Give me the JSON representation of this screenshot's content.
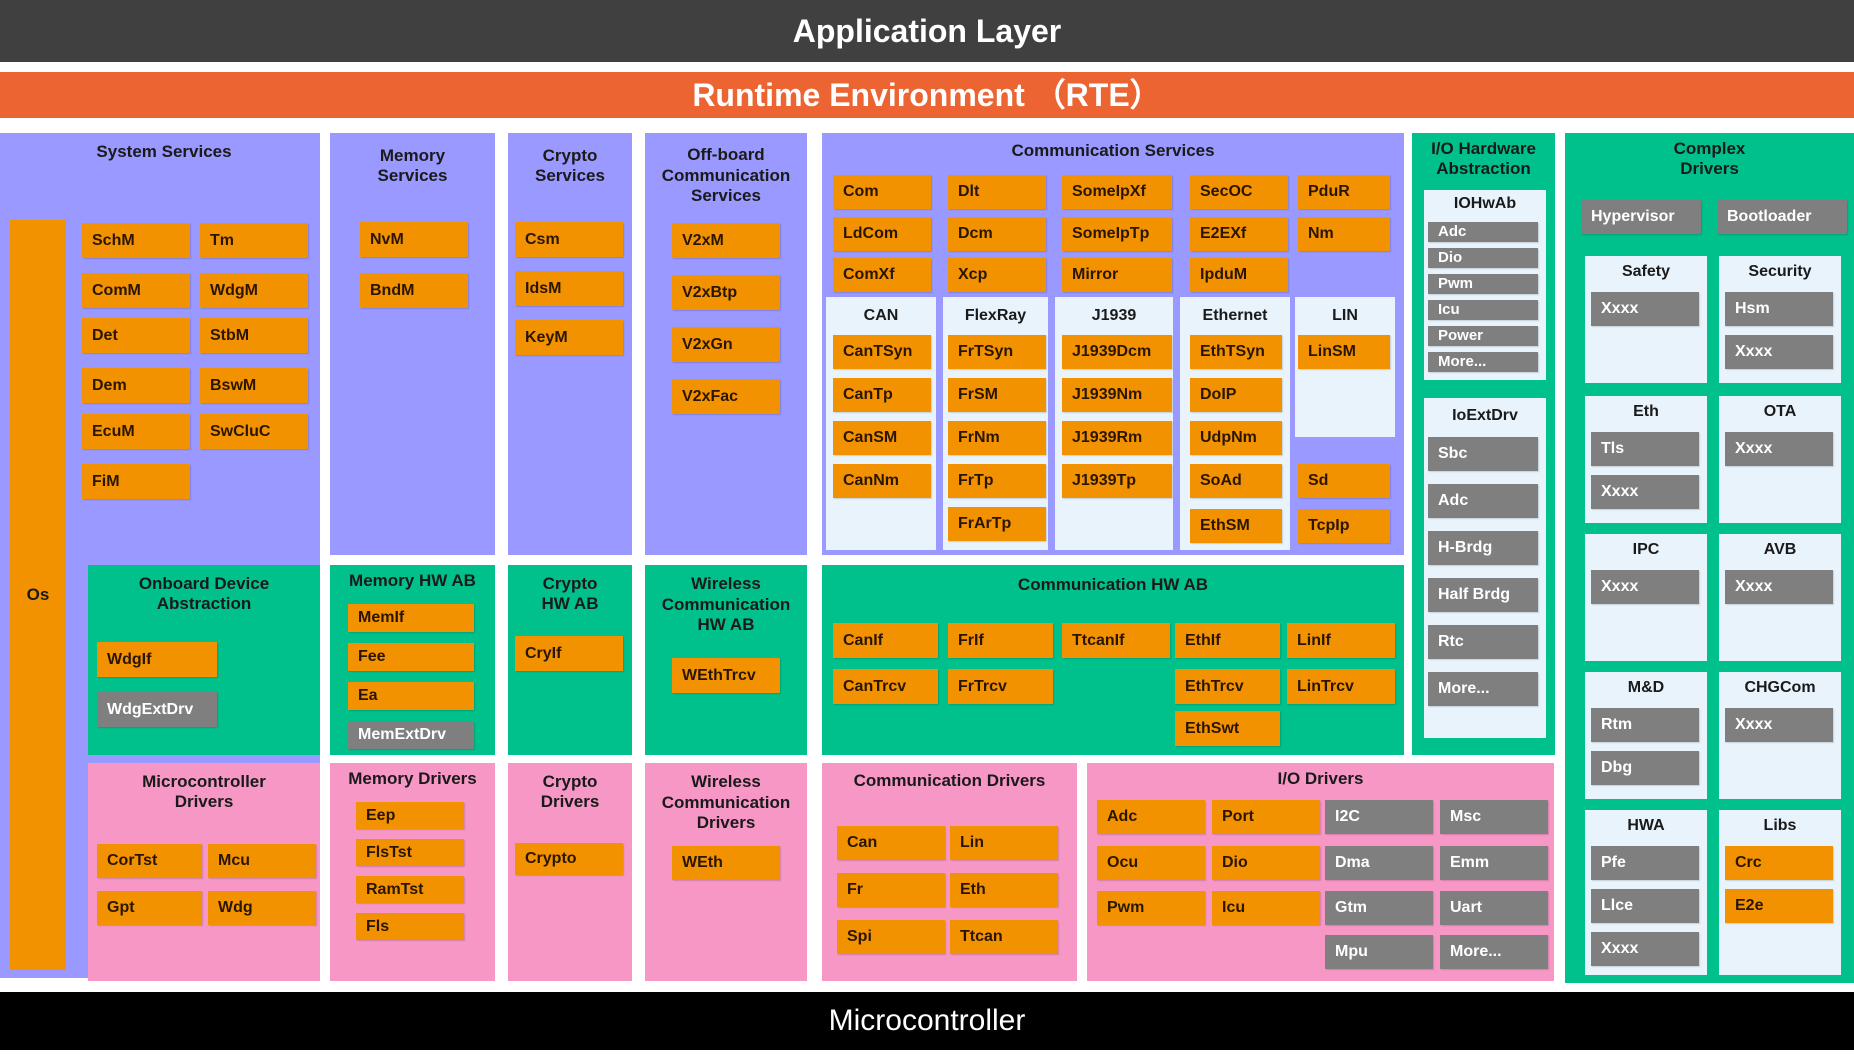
{
  "colors": {
    "application": "#404040",
    "rte": "#ec6432",
    "service": "#9999ff",
    "hwab": "#00c08b",
    "driver": "#f797c6",
    "light": "#e8f3fb",
    "module_orange": "#f39200",
    "module_gray": "#7f7f7f",
    "microcontroller": "#000000"
  },
  "layers": {
    "application": "Application Layer",
    "rte": "Runtime Environment （RTE）",
    "microcontroller": "Microcontroller"
  },
  "os": {
    "label": "Os"
  },
  "system_services": {
    "title": "System Services",
    "modules": [
      "SchM",
      "Tm",
      "ComM",
      "WdgM",
      "Det",
      "StbM",
      "Dem",
      "BswM",
      "EcuM",
      "SwCluC",
      "FiM"
    ]
  },
  "memory_services": {
    "title": "Memory\nServices",
    "modules": [
      "NvM",
      "BndM"
    ]
  },
  "crypto_services": {
    "title": "Crypto\nServices",
    "modules": [
      "Csm",
      "IdsM",
      "KeyM"
    ]
  },
  "offboard_services": {
    "title": "Off-board\nCommunication\nServices",
    "modules": [
      "V2xM",
      "V2xBtp",
      "V2xGn",
      "V2xFac"
    ]
  },
  "communication_services": {
    "title": "Communication Services",
    "modules": [
      "Com",
      "Dlt",
      "SomeIpXf",
      "SecOC",
      "PduR",
      "LdCom",
      "Dcm",
      "SomeIpTp",
      "E2EXf",
      "Nm",
      "ComXf",
      "Xcp",
      "Mirror",
      "IpduM"
    ],
    "stacks": [
      {
        "title": "CAN",
        "modules": [
          "CanTSyn",
          "CanTp",
          "CanSM",
          "CanNm"
        ]
      },
      {
        "title": "FlexRay",
        "modules": [
          "FrTSyn",
          "FrSM",
          "FrNm",
          "FrTp",
          "FrArTp"
        ]
      },
      {
        "title": "J1939",
        "modules": [
          "J1939Dcm",
          "J1939Nm",
          "J1939Rm",
          "J1939Tp"
        ]
      },
      {
        "title": "Ethernet",
        "modules": [
          "EthTSyn",
          "DoIP",
          "UdpNm",
          "SoAd",
          "EthSM",
          "Sd",
          "TcpIp"
        ]
      },
      {
        "title": "LIN",
        "modules": [
          "LinSM"
        ]
      }
    ]
  },
  "io_hw_abstraction": {
    "title": "I/O Hardware\nAbstraction",
    "iohwab": {
      "title": "IOHwAb",
      "modules": [
        "Adc",
        "Dio",
        "Pwm",
        "Icu",
        "Power",
        "More..."
      ]
    },
    "ioextdrv": {
      "title": "IoExtDrv",
      "modules": [
        "Sbc",
        "Adc",
        "H-Brdg",
        "Half Brdg",
        "Rtc",
        "More..."
      ]
    }
  },
  "complex_drivers": {
    "title": "Complex\nDrivers",
    "top_modules": [
      "Hypervisor",
      "Bootloader"
    ],
    "groups": [
      {
        "title": "Safety",
        "modules": [
          "Xxxx"
        ]
      },
      {
        "title": "Security",
        "modules": [
          "Hsm",
          "Xxxx"
        ]
      },
      {
        "title": "Eth",
        "modules": [
          "Tls",
          "Xxxx"
        ]
      },
      {
        "title": "OTA",
        "modules": [
          "Xxxx"
        ]
      },
      {
        "title": "IPC",
        "modules": [
          "Xxxx"
        ]
      },
      {
        "title": "AVB",
        "modules": [
          "Xxxx"
        ]
      },
      {
        "title": "M&D",
        "modules": [
          "Rtm",
          "Dbg"
        ]
      },
      {
        "title": "CHGCom",
        "modules": [
          "Xxxx"
        ]
      },
      {
        "title": "HWA",
        "modules": [
          "Pfe",
          "Llce",
          "Xxxx"
        ]
      },
      {
        "title": "Libs",
        "modules": [
          "Crc",
          "E2e"
        ]
      }
    ]
  },
  "onboard_device_abstraction": {
    "title": "Onboard Device\nAbstraction",
    "modules": [
      "WdgIf",
      "WdgExtDrv"
    ]
  },
  "memory_hw_ab": {
    "title": "Memory HW AB",
    "modules": [
      "MemIf",
      "Fee",
      "Ea",
      "MemExtDrv"
    ]
  },
  "crypto_hw_ab": {
    "title": "Crypto\nHW AB",
    "modules": [
      "CryIf"
    ]
  },
  "wireless_hw_ab": {
    "title": "Wireless\nCommunication\nHW AB",
    "modules": [
      "WEthTrcv"
    ]
  },
  "communication_hw_ab": {
    "title": "Communication HW AB",
    "modules": [
      "CanIf",
      "FrIf",
      "TtcanIf",
      "EthIf",
      "LinIf",
      "CanTrcv",
      "FrTrcv",
      "EthTrcv",
      "LinTrcv",
      "EthSwt"
    ]
  },
  "microcontroller_drivers": {
    "title": "Microcontroller\nDrivers",
    "modules": [
      "CorTst",
      "Mcu",
      "Gpt",
      "Wdg"
    ]
  },
  "memory_drivers": {
    "title": "Memory Drivers",
    "modules": [
      "Eep",
      "FlsTst",
      "RamTst",
      "Fls"
    ]
  },
  "crypto_drivers": {
    "title": "Crypto\nDrivers",
    "modules": [
      "Crypto"
    ]
  },
  "wireless_drivers": {
    "title": "Wireless\nCommunication\nDrivers",
    "modules": [
      "WEth"
    ]
  },
  "communication_drivers": {
    "title": "Communication Drivers",
    "modules": [
      "Can",
      "Lin",
      "Fr",
      "Eth",
      "Spi",
      "Ttcan"
    ]
  },
  "io_drivers": {
    "title": "I/O Drivers",
    "modules": [
      "Adc",
      "Port",
      "I2C",
      "Msc",
      "Ocu",
      "Dio",
      "Dma",
      "Emm",
      "Pwm",
      "Icu",
      "Gtm",
      "Uart",
      "Mpu",
      "More..."
    ]
  }
}
